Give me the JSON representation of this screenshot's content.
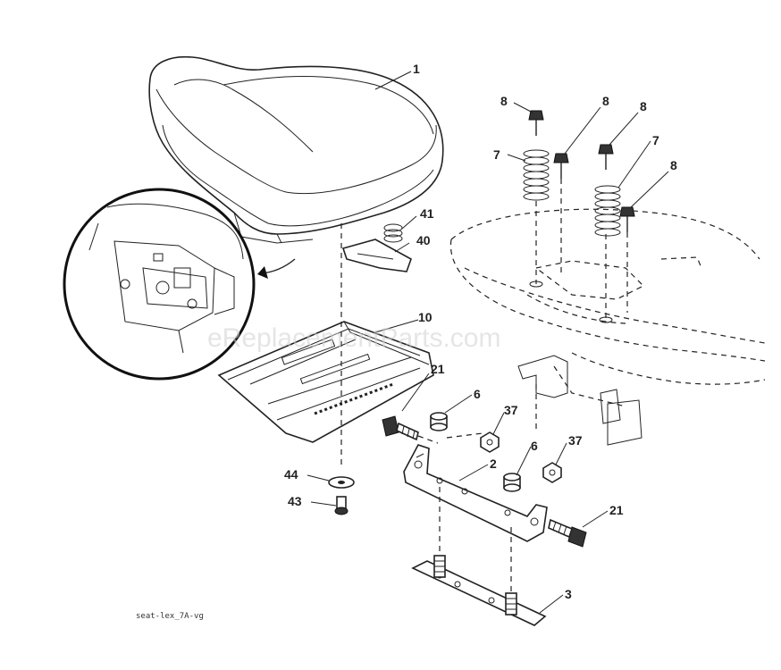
{
  "diagram": {
    "watermark": "eReplacementParts.com",
    "drawing_code": "seat-lex_7A-vg",
    "callouts": {
      "seat": "1",
      "bracket": "2",
      "plate": "3",
      "bushing_left": "6",
      "bushing_right": "6",
      "spring_left": "7",
      "spring_right": "7",
      "bolt_a": "8",
      "bolt_b": "8",
      "bolt_c": "8",
      "bolt_d": "8",
      "seat_pan": "10",
      "knob_bolt_left": "21",
      "knob_bolt_right": "21",
      "nut_left": "37",
      "nut_right": "37",
      "clip": "40",
      "spring_small": "41",
      "screw": "43",
      "washer": "44"
    }
  }
}
